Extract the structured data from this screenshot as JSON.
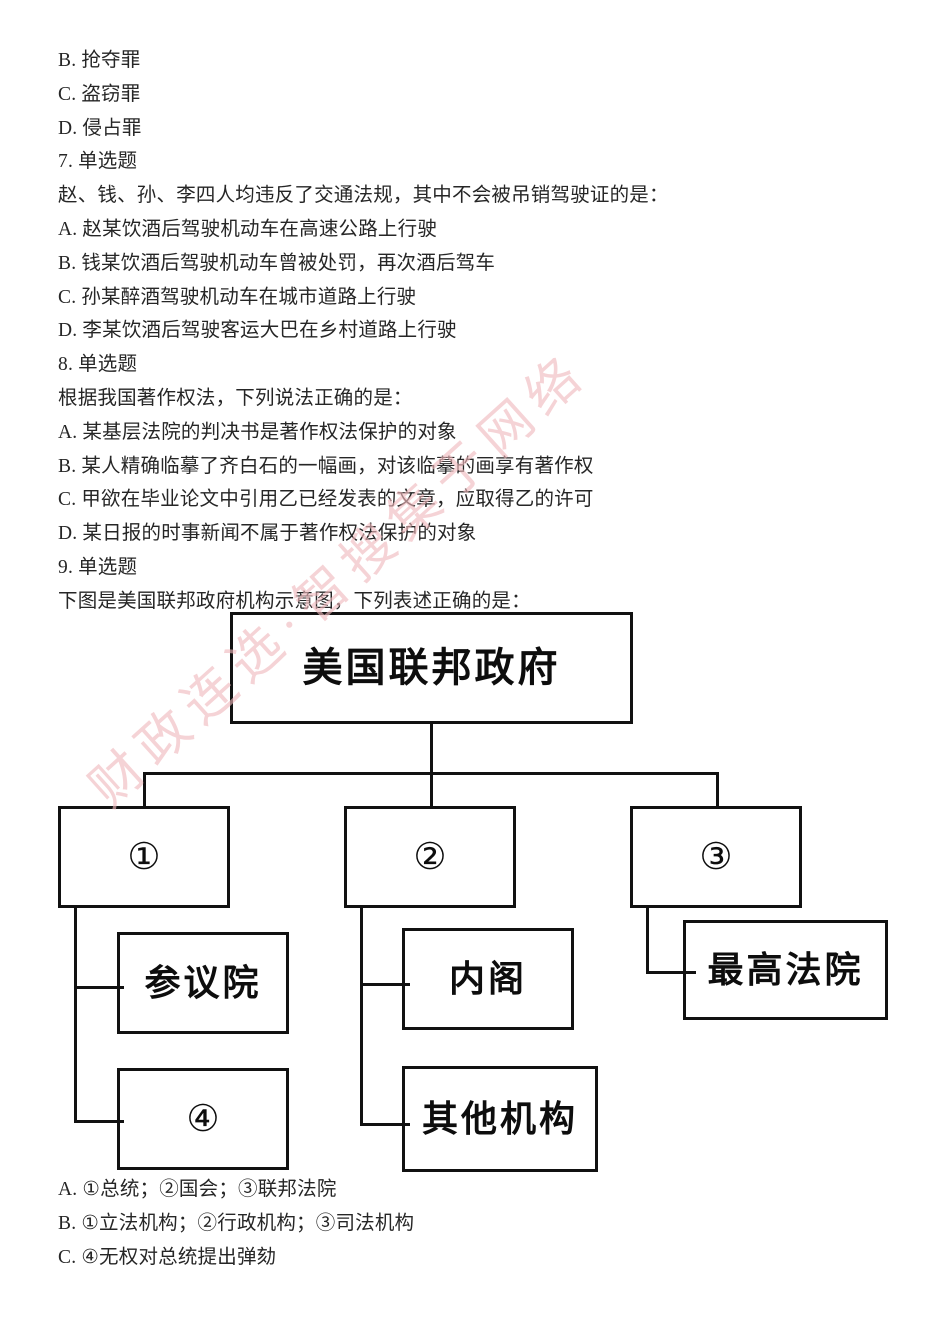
{
  "watermark": {
    "text": "财政连选·智搜集于网络"
  },
  "content": {
    "lines": [
      {
        "id": "q6-opt-b",
        "text": "B. 抢夺罪"
      },
      {
        "id": "q6-opt-c",
        "text": "C. 盗窃罪"
      },
      {
        "id": "q6-opt-d",
        "text": "D. 侵占罪"
      },
      {
        "id": "q7-number",
        "text": "7. 单选题"
      },
      {
        "id": "q7-stem",
        "text": "赵、钱、孙、李四人均违反了交通法规，其中不会被吊销驾驶证的是："
      },
      {
        "id": "q7-opt-a",
        "text": "A. 赵某饮酒后驾驶机动车在高速公路上行驶"
      },
      {
        "id": "q7-opt-b",
        "text": "B. 钱某饮酒后驾驶机动车曾被处罚，再次酒后驾车"
      },
      {
        "id": "q7-opt-c",
        "text": "C. 孙某醉酒驾驶机动车在城市道路上行驶"
      },
      {
        "id": "q7-opt-d",
        "text": "D. 李某饮酒后驾驶客运大巴在乡村道路上行驶"
      },
      {
        "id": "q8-number",
        "text": "8. 单选题"
      },
      {
        "id": "q8-stem",
        "text": "根据我国著作权法，下列说法正确的是："
      },
      {
        "id": "q8-opt-a",
        "text": "A. 某基层法院的判决书是著作权法保护的对象"
      },
      {
        "id": "q8-opt-b",
        "text": "B. 某人精确临摹了齐白石的一幅画，对该临摹的画享有著作权"
      },
      {
        "id": "q8-opt-c",
        "text": "C. 甲欲在毕业论文中引用乙已经发表的文章，应取得乙的许可"
      },
      {
        "id": "q8-opt-d",
        "text": "D. 某日报的时事新闻不属于著作权法保护的对象"
      },
      {
        "id": "q9-number",
        "text": "9. 单选题"
      },
      {
        "id": "q9-stem",
        "text": "下图是美国联邦政府机构示意图，下列表述正确的是："
      }
    ],
    "answers": [
      {
        "id": "q9-opt-a",
        "text": "A. ①总统；②国会；③联邦法院"
      },
      {
        "id": "q9-opt-b",
        "text": "B. ①立法机构；②行政机构；③司法机构"
      },
      {
        "id": "q9-opt-c",
        "text": "C. ④无权对总统提出弹劾"
      }
    ]
  },
  "diagram": {
    "root": {
      "label": "美国联邦政府"
    },
    "branches": [
      {
        "id": "branch-1",
        "node": {
          "label": "①"
        },
        "children": [
          {
            "label": "参议院"
          },
          {
            "label": "④"
          }
        ]
      },
      {
        "id": "branch-2",
        "node": {
          "label": "②"
        },
        "children": [
          {
            "label": "内阁"
          },
          {
            "label": "其他机构"
          }
        ]
      },
      {
        "id": "branch-3",
        "node": {
          "label": "③"
        },
        "children": [
          {
            "label": "最高法院"
          }
        ]
      }
    ]
  }
}
